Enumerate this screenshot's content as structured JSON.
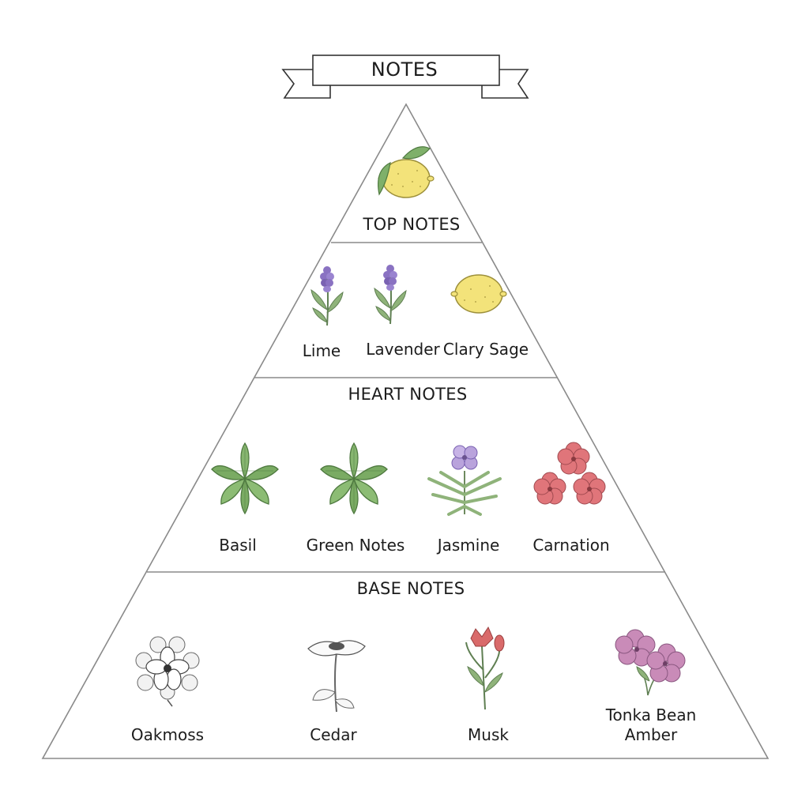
{
  "title": "NOTES",
  "tiers": [
    {
      "name": "TOP NOTES",
      "items": [
        {
          "label": "",
          "icon": "lemon-icon"
        }
      ]
    },
    {
      "name": "",
      "items": [
        {
          "label": "Lime",
          "icon": "lavender-sprig-icon"
        },
        {
          "label": "Lavender",
          "icon": "lavender-sprig-icon"
        },
        {
          "label": "Clary Sage",
          "icon": "lemon-icon"
        }
      ]
    },
    {
      "name": "HEART NOTES",
      "items": [
        {
          "label": "Basil",
          "icon": "basil-leaves-icon"
        },
        {
          "label": "Green Notes",
          "icon": "green-leaves-icon"
        },
        {
          "label": "Jasmine",
          "icon": "jasmine-flower-icon"
        },
        {
          "label": "Carnation",
          "icon": "carnation-flower-icon"
        }
      ]
    },
    {
      "name": "BASE NOTES",
      "items": [
        {
          "label": "Oakmoss",
          "icon": "oakmoss-flower-icon"
        },
        {
          "label": "Cedar",
          "icon": "cedar-flower-icon"
        },
        {
          "label": "Musk",
          "icon": "musk-flower-icon"
        },
        {
          "label": "Tonka Bean Amber",
          "icon": "tonka-flower-icon"
        }
      ]
    }
  ],
  "colors": {
    "outline": "#8a8a8a",
    "lemon": "#f3e37a",
    "leaf": "#7fb06a",
    "lavender": "#8a72c2",
    "carnation": "#e0757a",
    "pink_flower": "#c98bb8"
  }
}
